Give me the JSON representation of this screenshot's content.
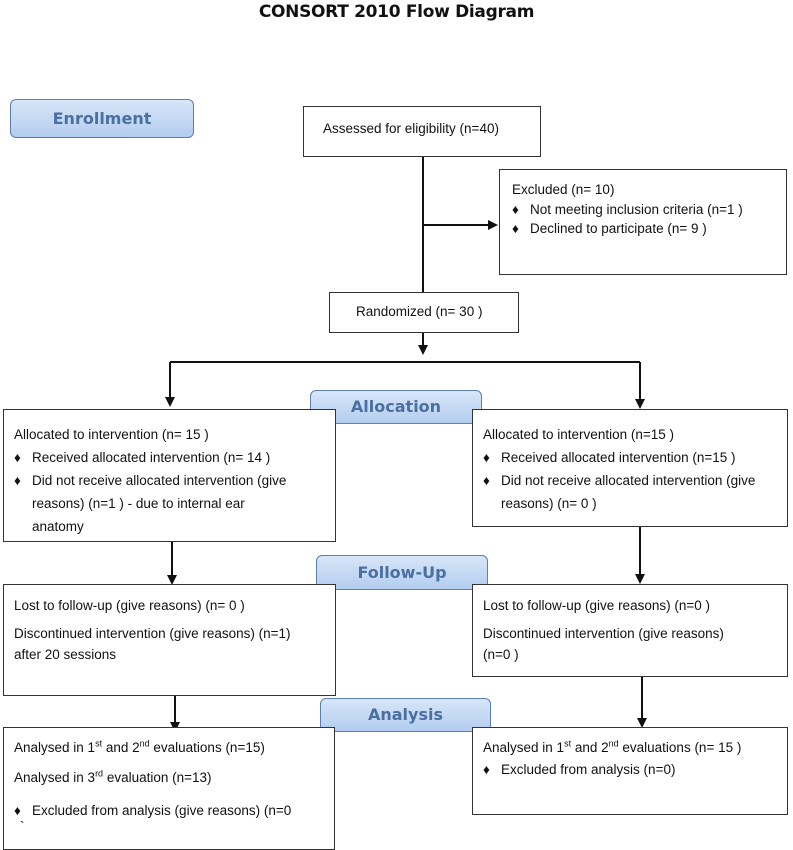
{
  "title": "CONSORT 2010 Flow Diagram",
  "stages": {
    "enrollment": "Enrollment",
    "allocation": "Allocation",
    "follow_up": "Follow-Up",
    "analysis": "Analysis"
  },
  "assessed": "Assessed for eligibility (n=40)",
  "excluded": {
    "heading": "Excluded  (n= 10)",
    "items": [
      "Not meeting inclusion criteria (n=1 )",
      "Declined to participate (n= 9 )"
    ]
  },
  "randomized": "Randomized (n= 30 )",
  "left": {
    "allocation": {
      "heading": "Allocated to intervention (n= 15 )",
      "items": [
        "Received allocated intervention (n= 14  )",
        "Did not receive allocated intervention (give",
        "reasons) (n=1  ) - due to internal ear",
        "anatomy"
      ]
    },
    "follow_up": {
      "line1": "Lost to follow-up (give reasons) (n= 0 )",
      "line2": "Discontinued intervention (give reasons) (n=1)",
      "line3": "after 20 sessions"
    },
    "analysis": {
      "line1_pre": "Analysed  in 1",
      "sup1": "st",
      "line1_mid": " and 2",
      "sup2": "nd",
      "line1_post": " evaluations (n=15)",
      "line2_pre": "Analysed in 3",
      "sup3": "rd",
      "line2_post": " evaluation (n=13)",
      "item": "Excluded from analysis (give reasons) (n=0",
      "tail": "`"
    }
  },
  "right": {
    "allocation": {
      "heading": "Allocated to intervention (n=15  )",
      "items": [
        "Received allocated intervention (n=15  )",
        "Did not receive allocated intervention (give",
        "reasons) (n= 0 )"
      ]
    },
    "follow_up": {
      "line1": "Lost to follow-up (give reasons) (n=0  )",
      "line2": "Discontinued intervention (give reasons)",
      "line3": "(n=0  )"
    },
    "analysis": {
      "line1_pre": "Analysed in 1",
      "sup1": "st",
      "line1_mid": " and 2",
      "sup2": "nd",
      "line1_post": " evaluations (n= 15 )",
      "item": "Excluded from analysis (n=0)"
    }
  },
  "bullet_glyph": "♦"
}
